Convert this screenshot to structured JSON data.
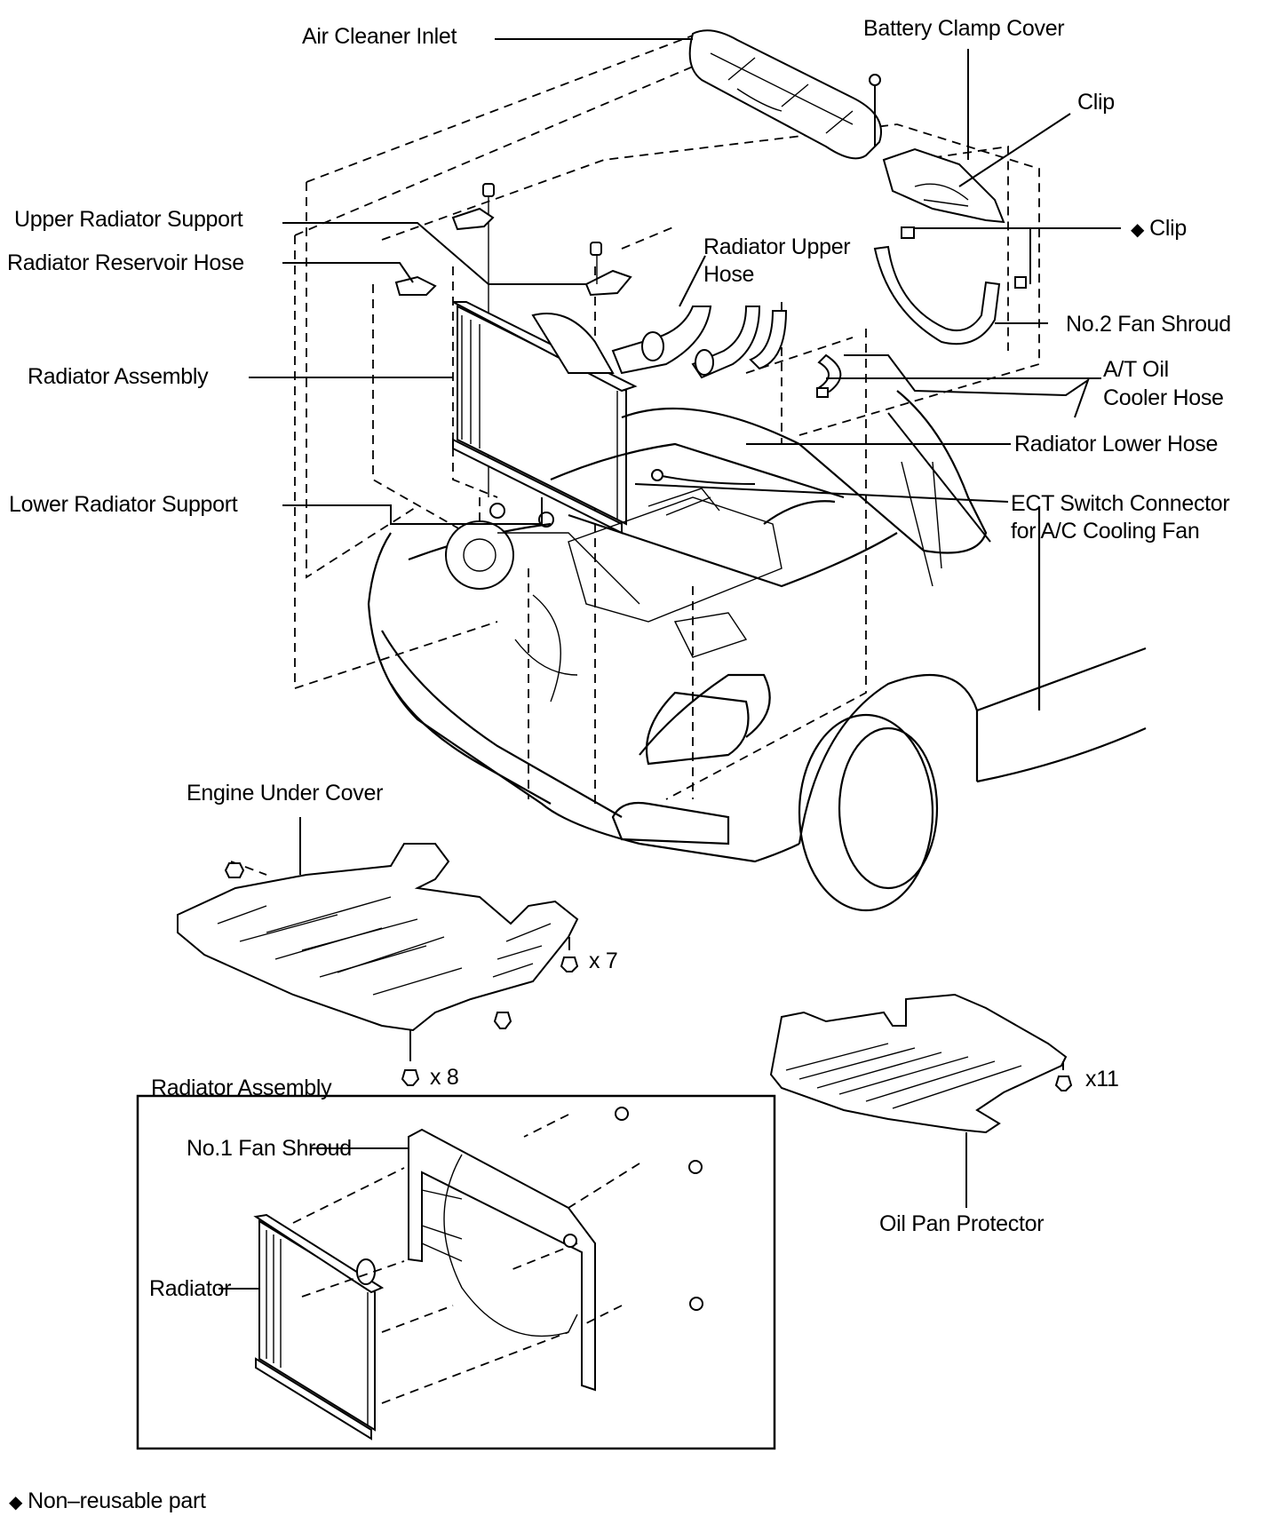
{
  "diagram": {
    "title": "Radiator removal exploded view",
    "labels": {
      "air_cleaner_inlet": "Air Cleaner Inlet",
      "battery_clamp_cover": "Battery Clamp Cover",
      "clip_top": "Clip",
      "clip_nonreusable": "Clip",
      "upper_radiator_support": "Upper Radiator Support",
      "radiator_reservoir_hose": "Radiator Reservoir Hose",
      "radiator_upper_hose_line1": "Radiator Upper",
      "radiator_upper_hose_line2": "Hose",
      "no2_fan_shroud": "No.2 Fan Shroud",
      "radiator_assembly": "Radiator Assembly",
      "at_oil_cooler_hose_line1": "A/T Oil",
      "at_oil_cooler_hose_line2": "Cooler Hose",
      "radiator_lower_hose": "Radiator Lower Hose",
      "lower_radiator_support": "Lower Radiator Support",
      "ect_switch_line1": "ECT Switch Connector",
      "ect_switch_line2": "for A/C Cooling Fan",
      "engine_under_cover": "Engine Under Cover",
      "inset_title": "Radiator Assembly",
      "no1_fan_shroud": "No.1 Fan Shroud",
      "radiator": "Radiator",
      "oil_pan_protector": "Oil Pan Protector"
    },
    "fastener_counts": {
      "under_cover_right": "x 7",
      "under_cover_bottom": "x 8",
      "oil_pan_protector": "x11"
    },
    "legend": {
      "symbol": "◆",
      "text": "Non–reusable part"
    },
    "icons": {
      "nonreusable_marker": "diamond-icon",
      "fastener": "bolt-icon"
    }
  }
}
